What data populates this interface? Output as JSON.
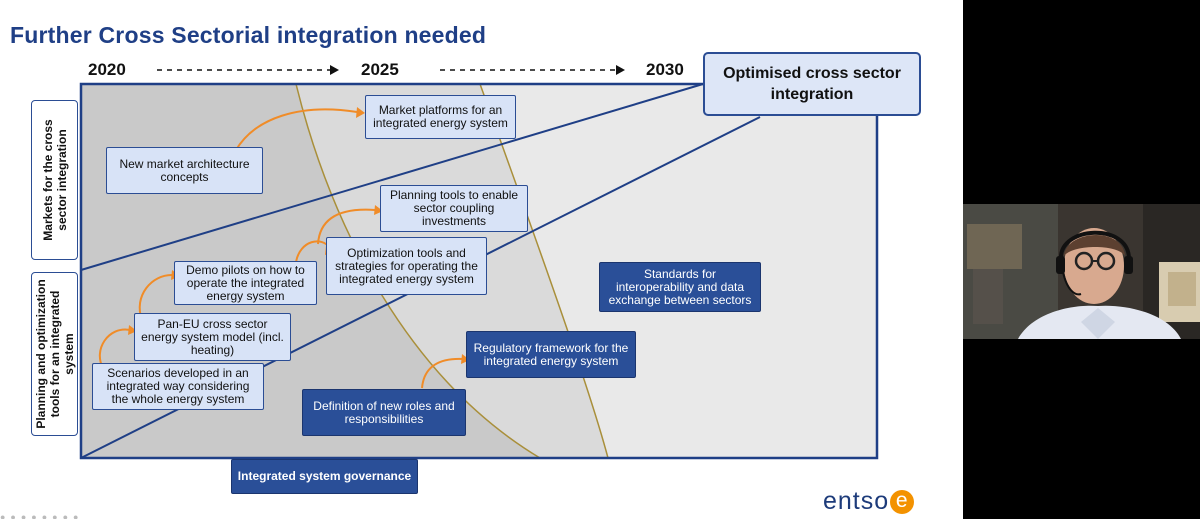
{
  "slide": {
    "title": "Further Cross Sectorial integration needed",
    "timeline": {
      "year1": "2020",
      "year2": "2025",
      "year3": "2030"
    },
    "goal": "Optimised cross sector integration",
    "rows": {
      "markets": "Markets for the cross sector integration",
      "planning": "Planning and optimization tools for an integrated system"
    },
    "boxes": {
      "new_market": "New market architecture concepts",
      "market_platforms": "Market platforms for an integrated energy system",
      "planning_tools": "Planning tools to enable sector coupling investments",
      "optimization_tools": "Optimization tools and strategies for operating the integrated energy system",
      "demo_pilots": "Demo pilots on how to operate the integrated energy system",
      "pan_eu": "Pan-EU cross sector energy system model (incl. heating)",
      "scenarios": "Scenarios developed in an integrated way considering the whole energy system",
      "standards": "Standards for interoperability and data exchange between sectors",
      "regulatory": "Regulatory framework for the integrated energy system",
      "new_roles": "Definition of new roles and responsibilities",
      "governance": "Integrated system governance"
    },
    "logo": "entso",
    "logo_e": "e"
  },
  "colors": {
    "title_blue": "#1f3f86",
    "light_box": "#d8e3f7",
    "dark_box": "#2a4f98",
    "arrow_orange": "#f08c28",
    "curve_gold": "#a98f3a"
  },
  "webcam": {
    "description_icon": "video-feed"
  }
}
